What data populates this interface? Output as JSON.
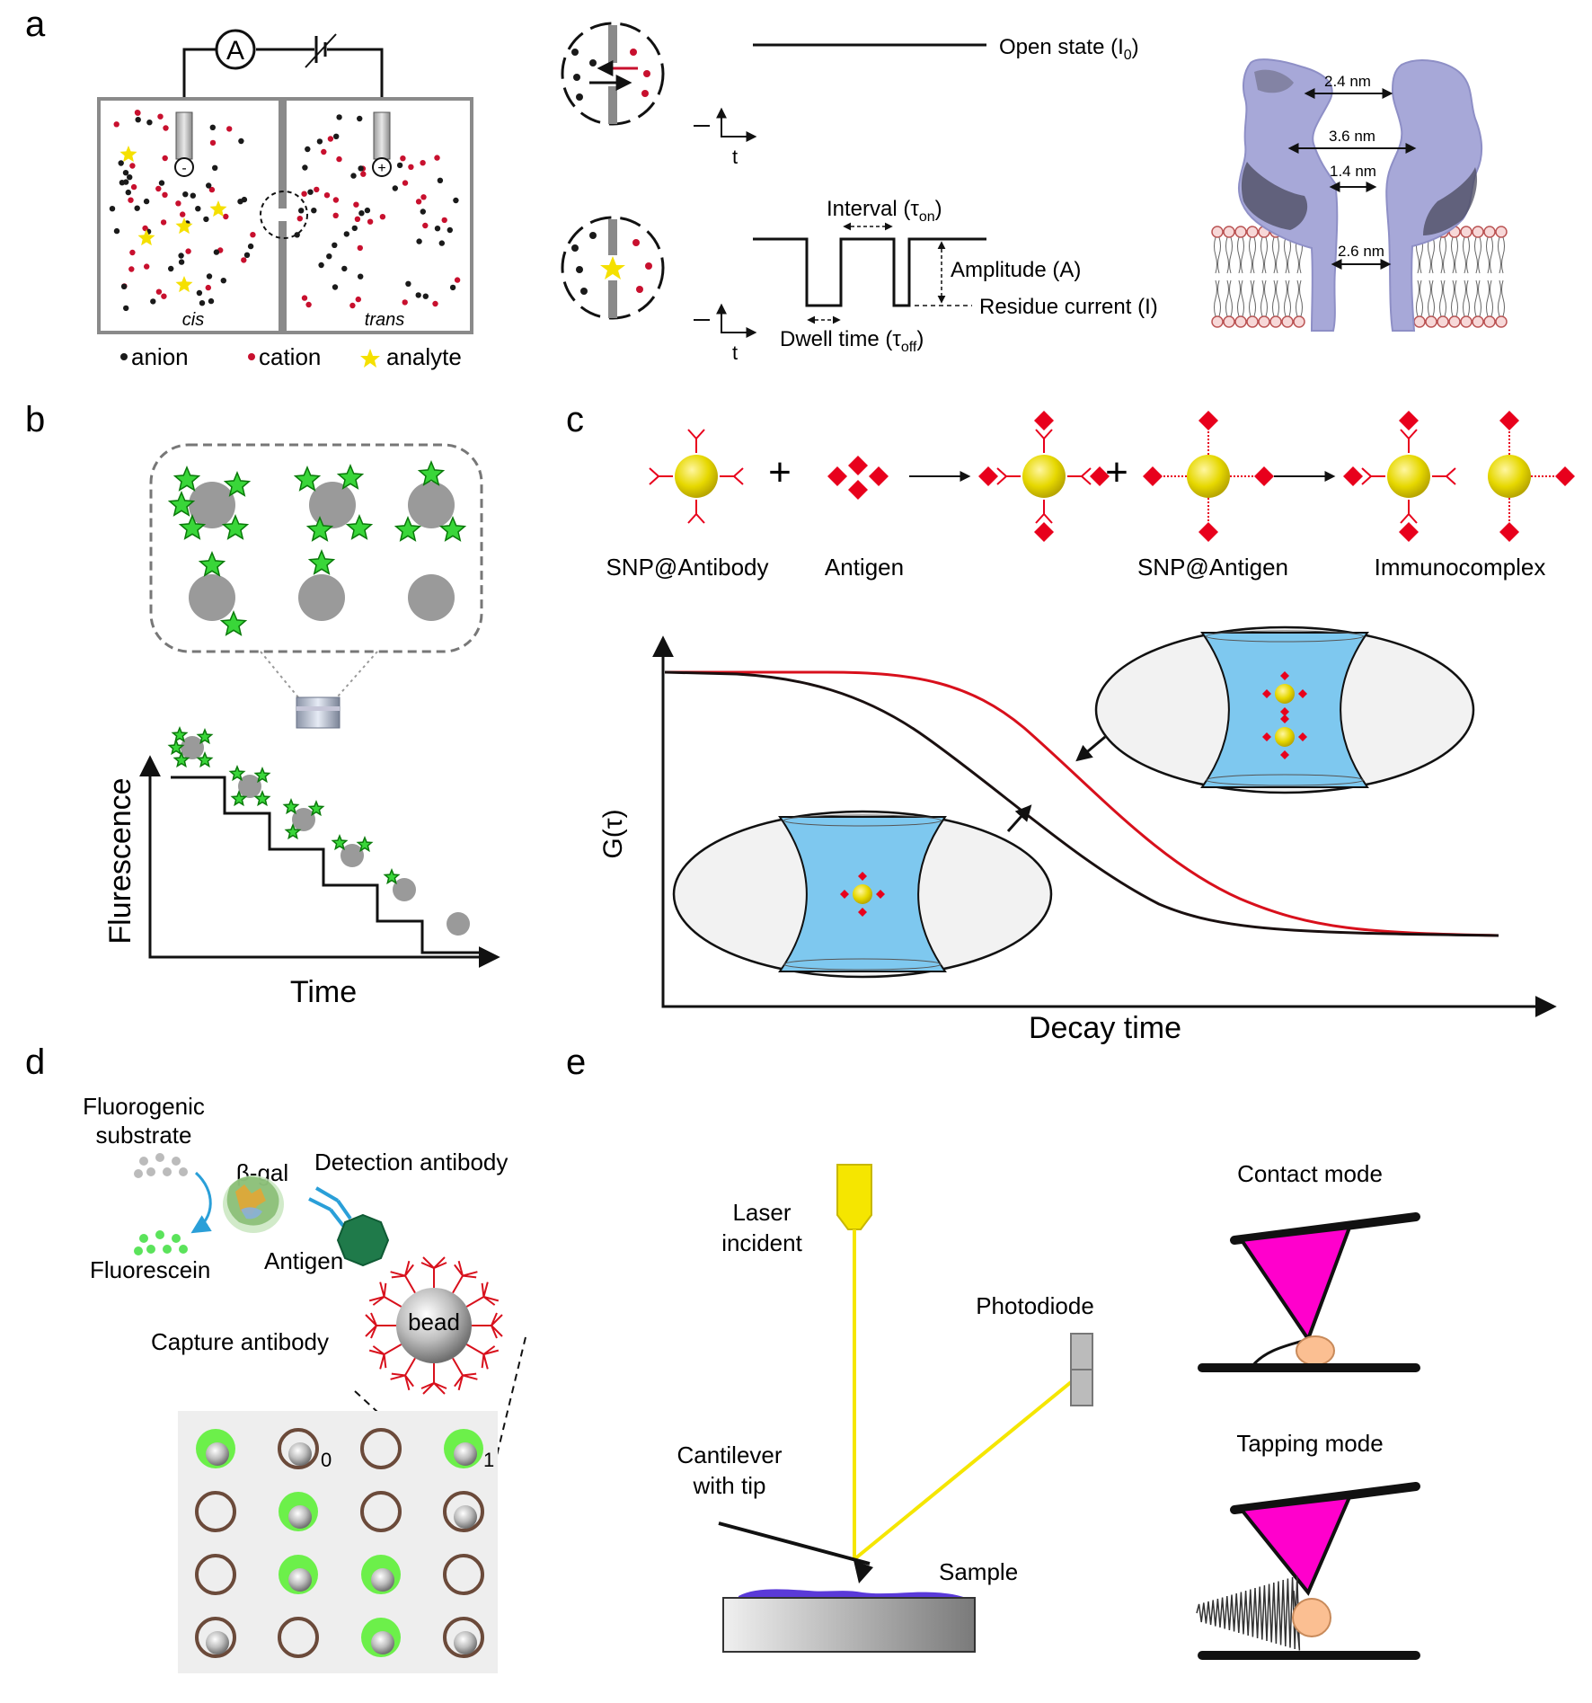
{
  "panels": {
    "a": "a",
    "b": "b",
    "c": "c",
    "d": "d",
    "e": "e"
  },
  "a": {
    "ammeter": "A",
    "neg": "-",
    "pos": "+",
    "cis": "cis",
    "trans": "trans",
    "legend": {
      "anion": "anion",
      "cation": "cation",
      "analyte": "analyte"
    },
    "open_state": "Open state (I",
    "open_sub": "0",
    "t1": "t",
    "t2": "t",
    "interval": "Interval (τ",
    "interval_sub": "on",
    "amplitude": "Amplitude (A)",
    "residue": "Residue current (I)",
    "dwell": "Dwell time (τ",
    "dwell_sub": "off",
    "close": ")",
    "dims": [
      "2.4 nm",
      "3.6 nm",
      "1.4 nm",
      "2.6 nm"
    ]
  },
  "b": {
    "xlabel": "Time",
    "ylabel": "Flurescence"
  },
  "c": {
    "labels": [
      "SNP@Antibody",
      "Antigen",
      "SNP@Antigen",
      "Immunocomplex"
    ],
    "plus": "+",
    "xlabel": "Decay time",
    "ylabel": "G(τ)"
  },
  "d": {
    "substrate": [
      "Fluorogenic",
      "substrate"
    ],
    "fluorescein": "Fluorescein",
    "bgal": "β-gal",
    "detection": "Detection antibody",
    "antigen": "Antigen",
    "capture": "Capture antibody",
    "bead": "bead",
    "zero": "0",
    "one": "1"
  },
  "e": {
    "laser": [
      "Laser",
      "incident"
    ],
    "photodiode": "Photodiode",
    "cantilever": [
      "Cantilever",
      "with tip"
    ],
    "sample": "Sample",
    "contact": "Contact mode",
    "tapping": "Tapping mode"
  },
  "colors": {
    "cation": "#c8102e",
    "analyte": "#f5e000",
    "fret": "#39d639",
    "snp": "#e6d800",
    "antigen": "#e8001c",
    "confocal": "#7ec8ef",
    "tip": "#ff00cc",
    "laser": "#f5e600",
    "pore": "#a7a8d8"
  }
}
